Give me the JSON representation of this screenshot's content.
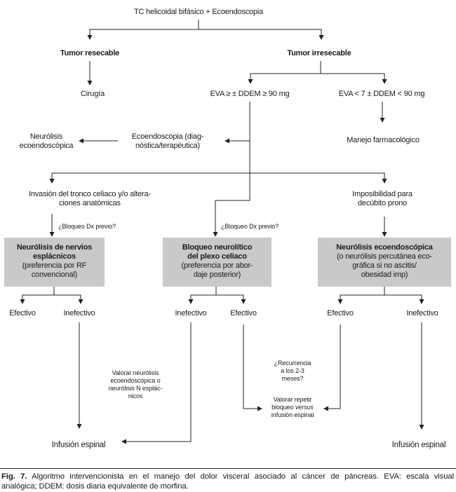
{
  "colors": {
    "background": "#ffffff",
    "line": "#222222",
    "text": "#1a1a1a",
    "box_fill": "#c9c9c9"
  },
  "nodes": {
    "title": "TC helicoidal bifásico + Ecoendoscopia",
    "tumor_resecable": "Tumor resecable",
    "tumor_irresecable": "Tumor irresecable",
    "cirugia": "Cirugía",
    "eva_high": "EVA ≥ ± DDEM ≥ 90 mg",
    "eva_low": "EVA < 7 ± DDEM < 90 mg",
    "neurolisis_eco": {
      "lines": [
        "Neurólisis",
        "ecoendoscópica"
      ]
    },
    "ecoendoscopia": {
      "lines": [
        "Ecoendoscopia (diag-",
        "nóstica/terapéutica)"
      ]
    },
    "manejo_farmacologico": "Manejo farmacológico",
    "invasion": {
      "lines": [
        "Invasión del tronco celiaco y/o altera-",
        "ciones anatómicas"
      ]
    },
    "imposibilidad": {
      "lines": [
        "Imposibilidad para",
        "decúbito prono"
      ]
    },
    "bloqueo_dx_1": "¿Bloqueo Dx previo?",
    "bloqueo_dx_2": "¿Bloqueo Dx previo?",
    "box_esplacnicos": {
      "lines": [
        "Neurólisis de nervios",
        "esplácnicos",
        "(preferencia por RF",
        "convencional)"
      ]
    },
    "box_plexo": {
      "lines": [
        "Bloqueo neurolítico",
        "del plexo celiaco",
        "(preferencia por abor-",
        "daje posterior)"
      ]
    },
    "box_eco": {
      "lines": [
        "Neurólisis ecoendoscópica",
        "(o neurólisis percutánea eco-",
        "gráfica si no ascitis/",
        "obesidad imp)"
      ]
    },
    "efectivo_1": "Efectivo",
    "inefectivo_1": "Inefectivo",
    "inefectivo_2": "Inefectivo",
    "efectivo_2": "Efectivo",
    "efectivo_3": "Efectivo",
    "inefectivo_3": "Inefectivo",
    "valorar_neurolisis": {
      "lines": [
        "Valorar neurólisis",
        "ecoendoscópica o",
        "neurólisis N esplác-",
        "nicos"
      ]
    },
    "recurrencia": {
      "lines": [
        "¿Recurrencia",
        "a los 2-3",
        "meses?"
      ]
    },
    "valorar_repetir": {
      "line1": "Valorar repetir",
      "line2_pre": "bloqueo ",
      "line2_italic": "versus",
      "line3": "infusión espinal"
    },
    "infusion_left": "Infusión espinal",
    "infusion_right": "Infusión espinal"
  },
  "caption": {
    "fig_label": "Fig. 7.",
    "line1_rest": " Algoritmo intervencionista en el manejo del dolor visceral asociado al cáncer de páncreas. EVA: escala visual",
    "line2": "analógica; DDEM: dosis diaria equivalente de morfina."
  }
}
